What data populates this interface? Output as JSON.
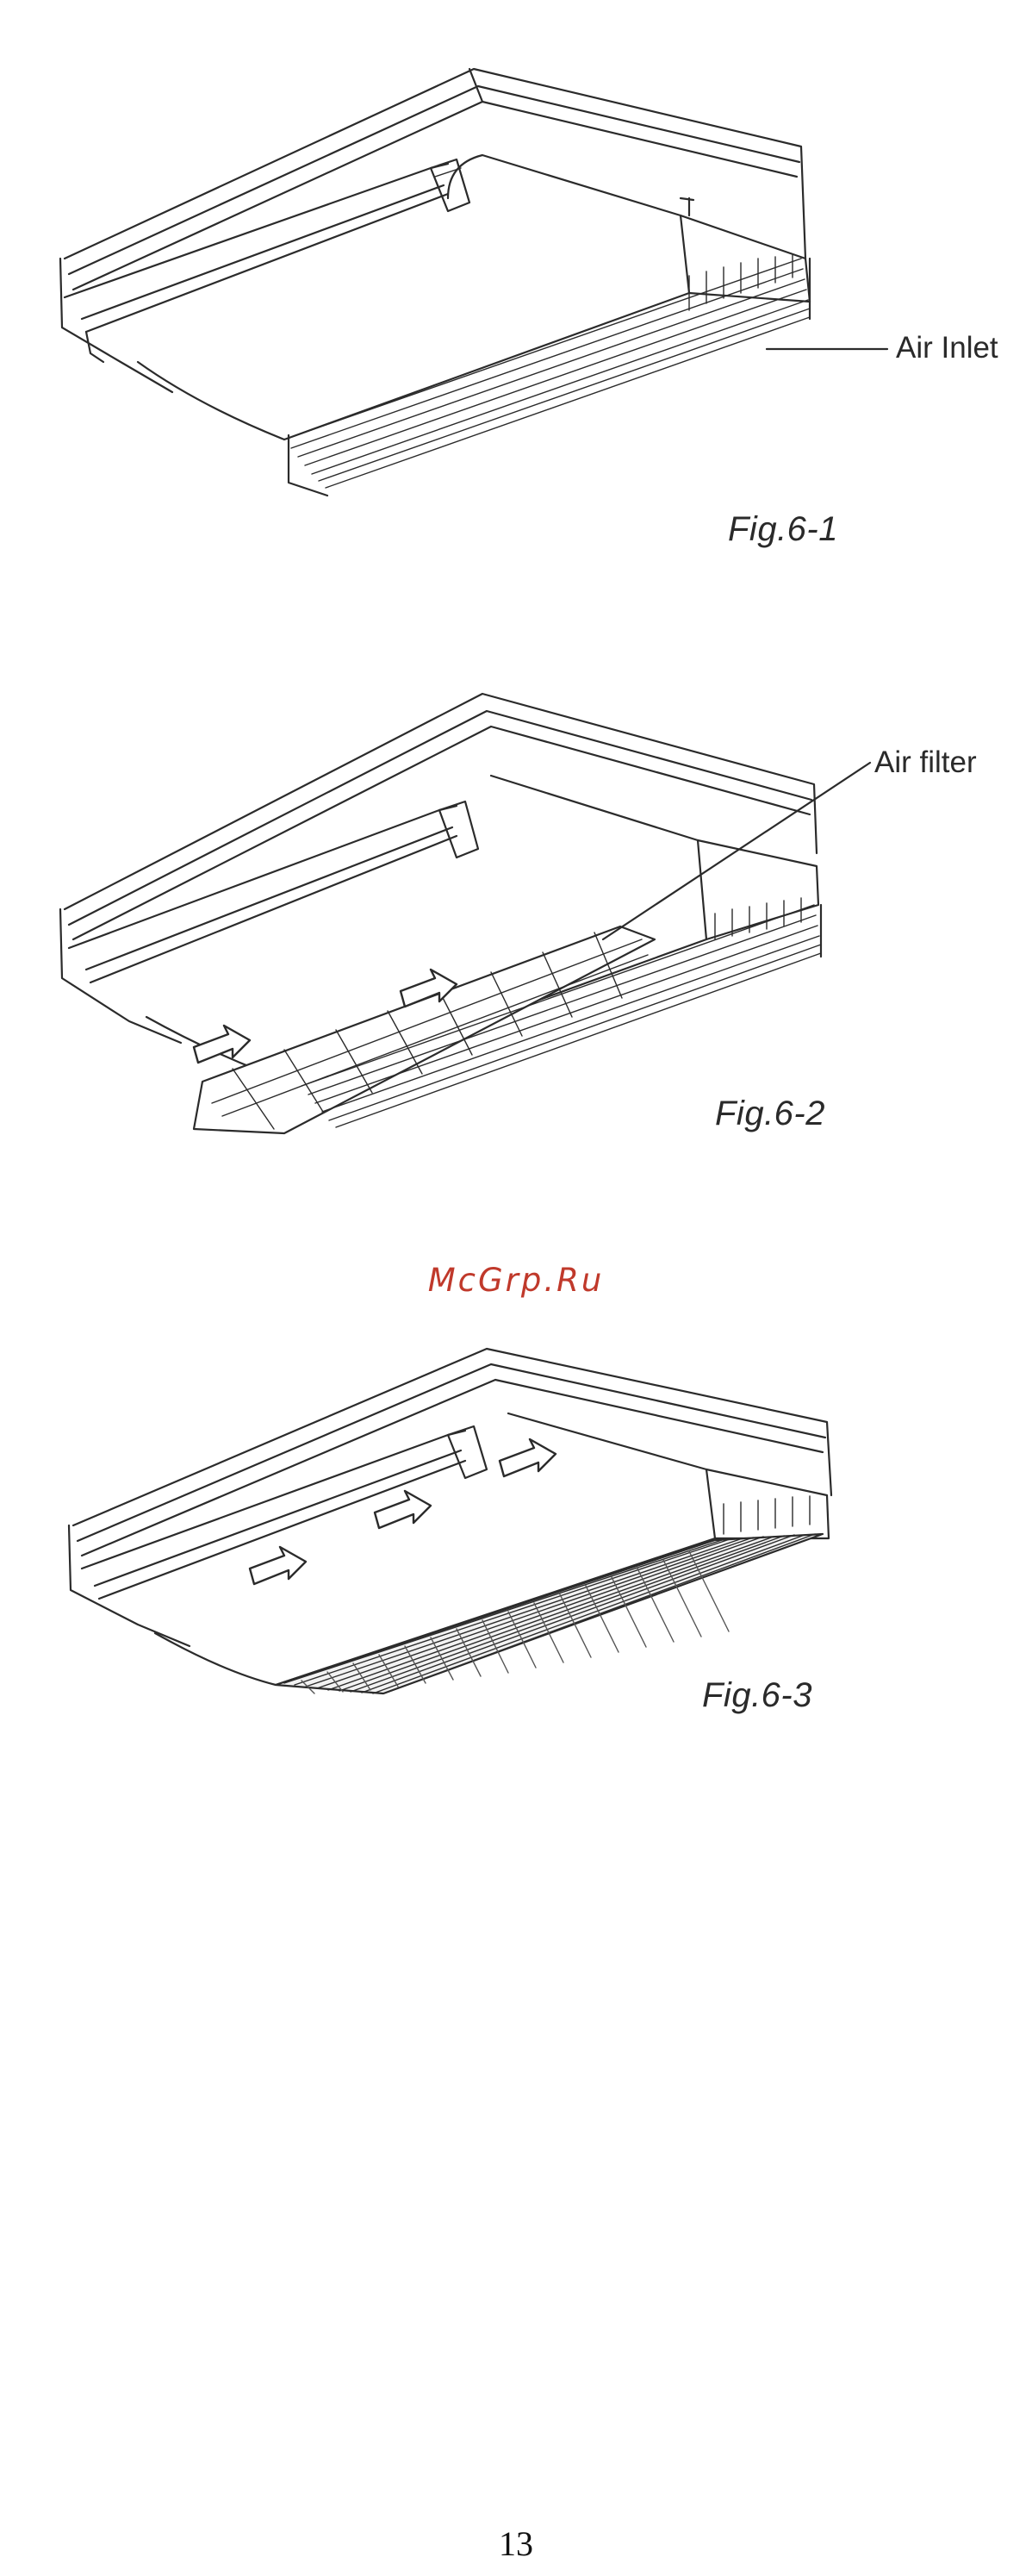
{
  "figures": [
    {
      "caption": "Fig.6-1",
      "callout": "Air Inlet"
    },
    {
      "caption": "Fig.6-2",
      "callout": "Air filter"
    },
    {
      "caption": "Fig.6-3"
    }
  ],
  "watermark": {
    "text": "McGrp.Ru",
    "color": "#c0392b"
  },
  "page_number": "13"
}
